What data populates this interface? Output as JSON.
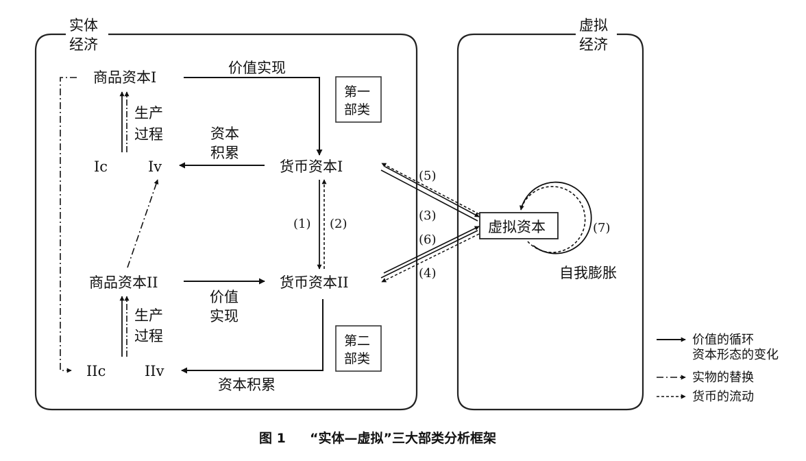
{
  "regions": {
    "real": {
      "line1": "实体",
      "line2": "经济"
    },
    "virtual": {
      "line1": "虚拟",
      "line2": "经济"
    }
  },
  "nodes": {
    "commodity_capital_1": "商品资本I",
    "commodity_capital_2": "商品资本II",
    "money_capital_1": "货币资本I",
    "money_capital_2": "货币资本II",
    "ic": "Ic",
    "iv": "Iv",
    "iic": "IIc",
    "iiv": "IIv",
    "virtual_capital": "虚拟资本"
  },
  "labels": {
    "value_realization_top": "价值实现",
    "value_realization_mid_1": "价值",
    "value_realization_mid_2": "实现",
    "capital_accum_top_1": "资本",
    "capital_accum_top_2": "积累",
    "capital_accum_bottom": "资本积累",
    "production_1_line1": "生产",
    "production_1_line2": "过程",
    "production_2_line1": "生产",
    "production_2_line2": "过程",
    "self_expansion": "自我膨胀"
  },
  "departments": {
    "first_line1": "第一",
    "first_line2": "部类",
    "second_line1": "第二",
    "second_line2": "部类"
  },
  "flow_numbers": [
    "(1)",
    "(2)",
    "(3)",
    "(4)",
    "(5)",
    "(6)",
    "(7)"
  ],
  "legend": {
    "solid_line1": "价值的循环",
    "solid_line2": "资本形态的变化",
    "dashdot": "实物的替换",
    "dashed": "货币的流动"
  },
  "caption": {
    "fig_label": "图 1",
    "title": "“实体—虚拟”三大部类分析框架"
  }
}
